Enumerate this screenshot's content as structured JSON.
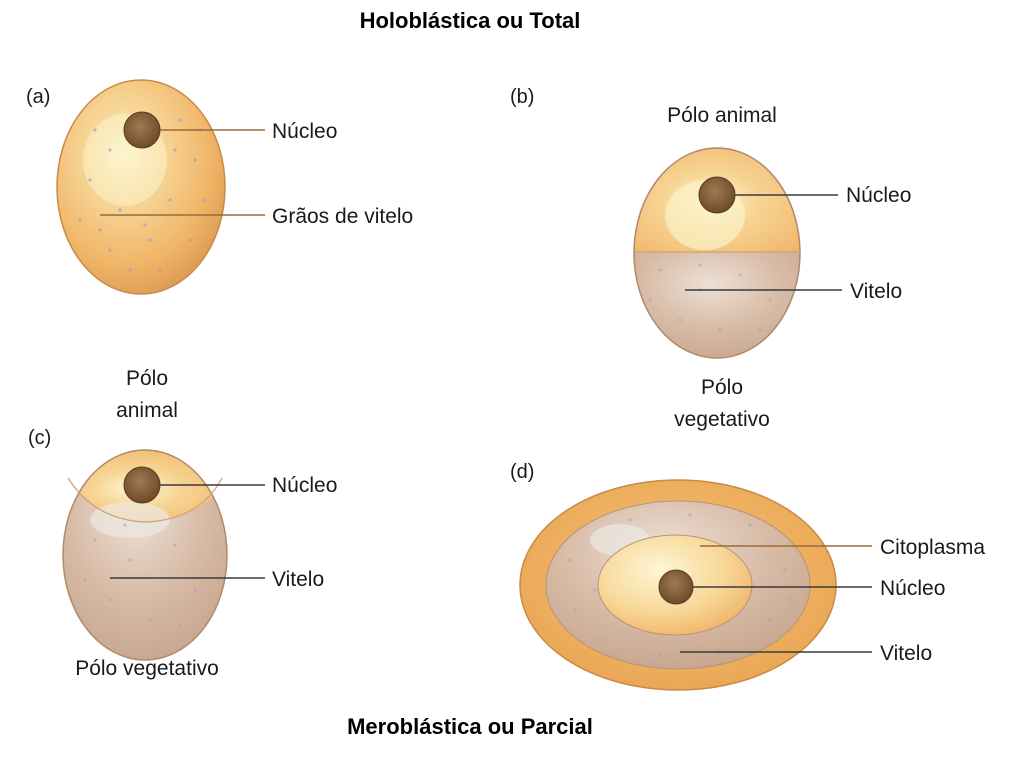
{
  "header": {
    "title": "Holoblástica ou Total"
  },
  "footer": {
    "title": "Meroblástica ou Parcial"
  },
  "panels": {
    "a": {
      "tag": "(a)",
      "nucleus_label": "Núcleo",
      "yolk_grains_label": "Grãos de vitelo"
    },
    "b": {
      "tag": "(b)",
      "animal_pole": "Pólo animal",
      "nucleus_label": "Núcleo",
      "yolk_label": "Vitelo",
      "vegetal_pole_line1": "Pólo",
      "vegetal_pole_line2": "vegetativo"
    },
    "c": {
      "tag": "(c)",
      "animal_pole_line1": "Pólo",
      "animal_pole_line2": "animal",
      "nucleus_label": "Núcleo",
      "yolk_label": "Vitelo",
      "vegetal_pole": "Pólo vegetativo"
    },
    "d": {
      "tag": "(d)",
      "cytoplasm_label": "Citoplasma",
      "nucleus_label": "Núcleo",
      "yolk_label": "Vitelo"
    }
  },
  "colors": {
    "cytoplasm": "#f2b86a",
    "yolk": "#d9b8a2",
    "nucleus": "#8a6440",
    "highlight": "#fbf2c8"
  }
}
